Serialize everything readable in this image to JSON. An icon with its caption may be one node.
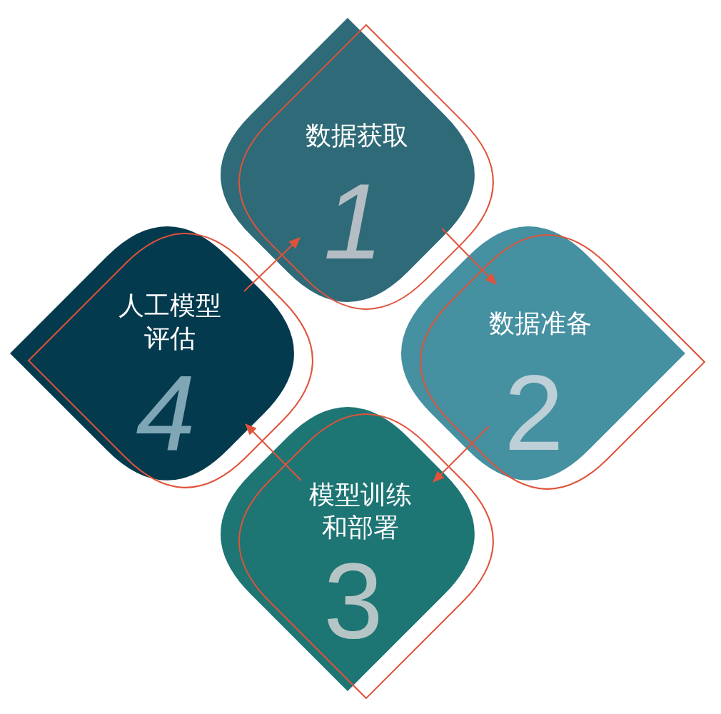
{
  "diagram": {
    "nodes": [
      {
        "text": [
          "数据获取",
          "1"
        ]
      },
      {
        "text": [
          "数据准备",
          "2"
        ]
      },
      {
        "text": [
          "模型训练和部署",
          "3"
        ]
      },
      {
        "text": [
          "人工模型评估",
          "4"
        ]
      }
    ],
    "edges": [
      {
        "from": 0,
        "to": 1,
        "arrow": "to"
      },
      {
        "from": 1,
        "to": 2,
        "arrow": "to"
      },
      {
        "from": 2,
        "to": 3,
        "arrow": "to"
      },
      {
        "from": 3,
        "to": 0,
        "arrow": "to"
      }
    ]
  }
}
